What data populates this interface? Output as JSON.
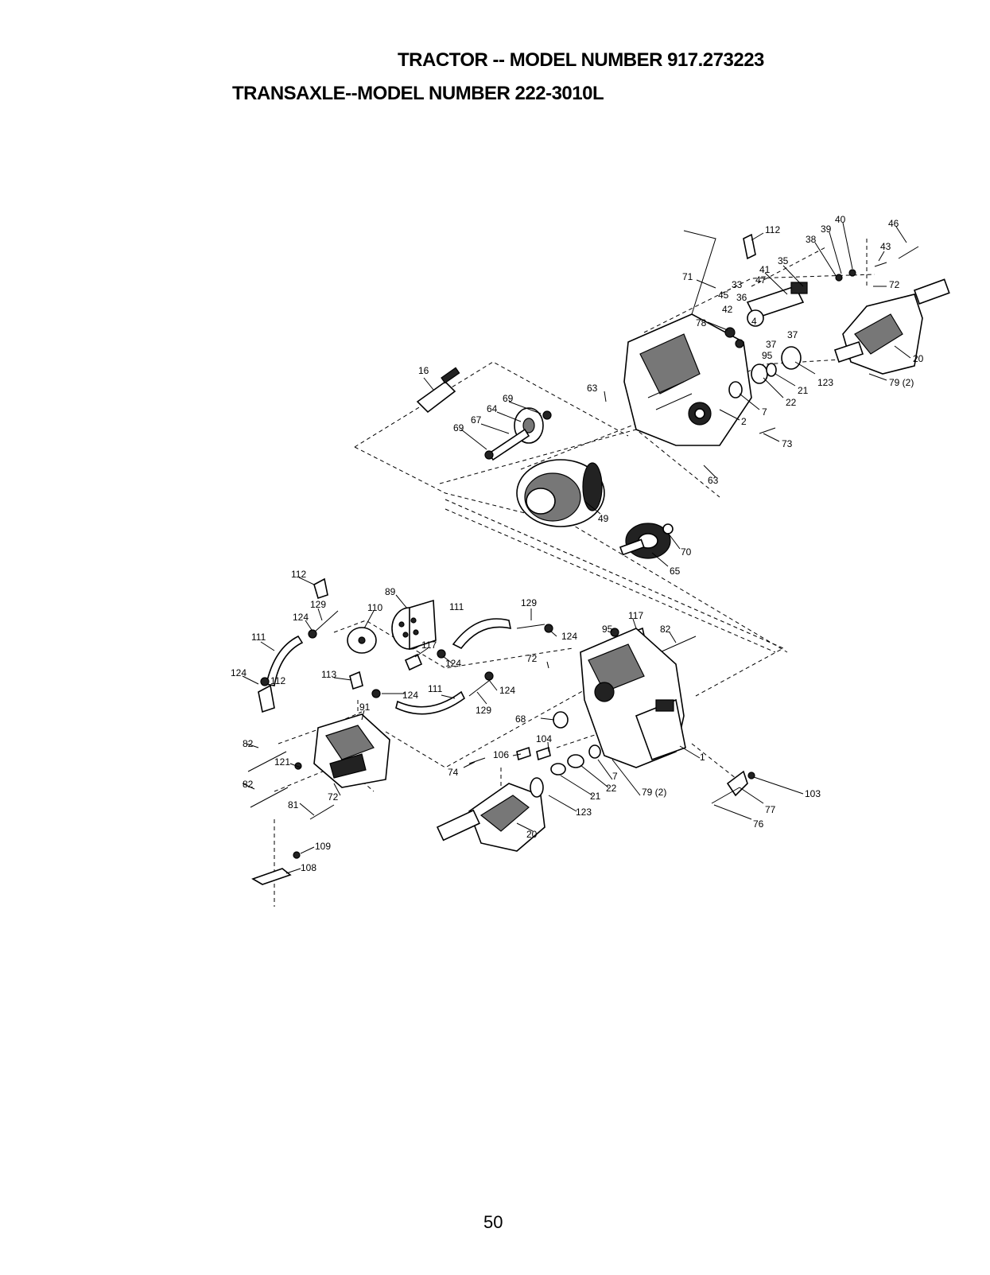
{
  "header": {
    "tractor_model": "TRACTOR -- MODEL NUMBER 917.273223",
    "transaxle_model": "TRANSAXLE--MODEL NUMBER 222-3010L"
  },
  "page_number": "50",
  "callouts": [
    "112",
    "40",
    "39",
    "38",
    "46",
    "43",
    "41",
    "35",
    "71",
    "33",
    "47",
    "45",
    "36",
    "42",
    "78",
    "4",
    "37",
    "37",
    "95",
    "72",
    "20",
    "79 (2)",
    "123",
    "21",
    "22",
    "7",
    "2",
    "73",
    "63",
    "63",
    "16",
    "69",
    "64",
    "67",
    "69",
    "49",
    "70",
    "65",
    "112",
    "129",
    "124",
    "89",
    "110",
    "111",
    "129",
    "124",
    "117",
    "95",
    "82",
    "111",
    "124",
    "112",
    "113",
    "117",
    "124",
    "72",
    "111",
    "124",
    "124",
    "129",
    "91",
    "68",
    "104",
    "106",
    "82",
    "121",
    "74",
    "7",
    "22",
    "21",
    "79 (2)",
    "1",
    "103",
    "77",
    "76",
    "82",
    "72",
    "81",
    "123",
    "20",
    "109",
    "108"
  ]
}
